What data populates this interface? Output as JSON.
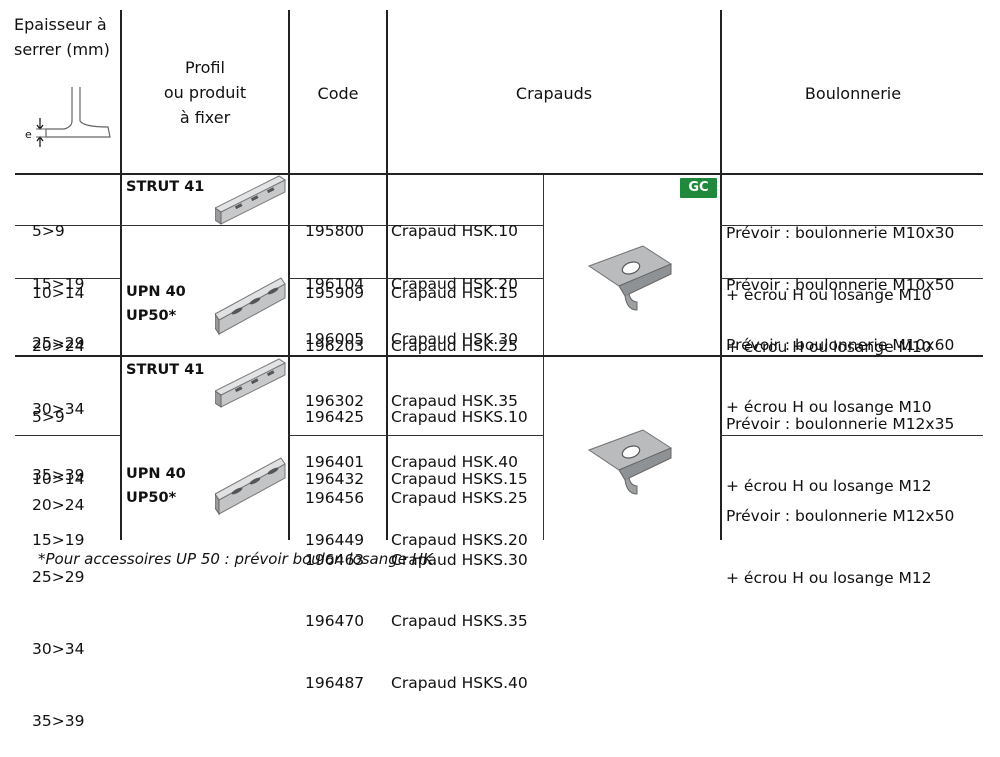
{
  "headers": {
    "epaisseur": [
      "Epaisseur à",
      "serrer (mm)"
    ],
    "profil": [
      "Profil",
      "ou produit",
      "à fixer"
    ],
    "code": "Code",
    "crapauds": "Crapauds",
    "boulonnerie": "Boulonnerie",
    "diagram_label": "e"
  },
  "badge": "GC",
  "rows": [
    {
      "thickness": [
        "5>9",
        "10>14"
      ],
      "codes": [
        "195800",
        "195909"
      ],
      "crapauds": [
        "Crapaud HSK.10",
        "Crapaud HSK.15"
      ],
      "boulonnerie": [
        "Prévoir : boulonnerie M10x30",
        "+ écrou H ou losange M10"
      ]
    },
    {
      "thickness": [
        "15>19",
        "20>24"
      ],
      "codes": [
        "196104",
        "196203"
      ],
      "crapauds": [
        "Crapaud HSK.20",
        "Crapaud HSK.25"
      ],
      "boulonnerie": [
        "Prévoir : boulonnerie M10x50",
        "+ écrou H ou losange M10"
      ]
    },
    {
      "thickness": [
        "25>29",
        "30>34",
        "35>39"
      ],
      "codes": [
        "196005",
        "196302",
        "196401"
      ],
      "crapauds": [
        "Crapaud HSK.30",
        "Crapaud HSK.35",
        "Crapaud HSK.40"
      ],
      "boulonnerie": [
        "Prévoir : boulonnerie M10x60",
        "+ écrou H ou losange M10"
      ]
    },
    {
      "thickness": [
        "5>9",
        "10>14",
        "15>19"
      ],
      "codes": [
        "196425",
        "196432",
        "196449"
      ],
      "crapauds": [
        "Crapaud HSKS.10",
        "Crapaud HSKS.15",
        "Crapaud HSKS.20"
      ],
      "boulonnerie": [
        "Prévoir : boulonnerie M12x35",
        "+ écrou H ou losange M12"
      ]
    },
    {
      "thickness": [
        "20>24",
        "25>29",
        "30>34",
        "35>39"
      ],
      "codes": [
        "196456",
        "196463",
        "196470",
        "196487"
      ],
      "crapauds": [
        "Crapaud HSKS.25",
        "Crapaud HSKS.30",
        "Crapaud HSKS.35",
        "Crapaud HSKS.40"
      ],
      "boulonnerie": [
        "Prévoir : boulonnerie M12x50",
        "+ écrou H ou losange M12"
      ]
    }
  ],
  "profiles": {
    "strut_1": "STRUT 41",
    "upn_1": "UPN 40",
    "up50_1": "UP50*",
    "strut_2": "STRUT 41",
    "upn_2": "UPN 40",
    "up50_2": "UP50*"
  },
  "footnote": "*Pour accessoires UP 50 : prévoir boulon losange HK"
}
